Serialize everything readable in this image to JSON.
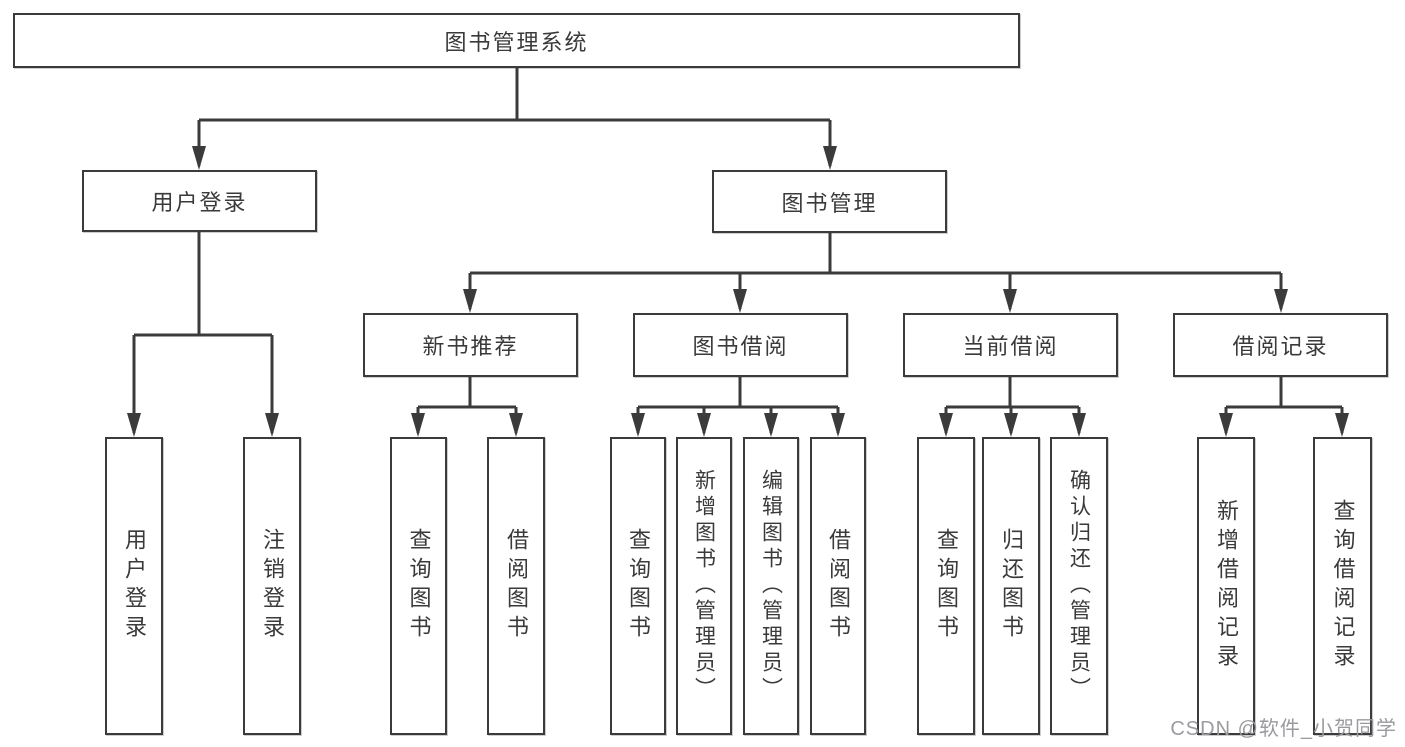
{
  "tree": {
    "root": {
      "label": "图书管理系统"
    },
    "level2": [
      {
        "label": "用户登录",
        "children": [
          {
            "label": "用户登录"
          },
          {
            "label": "注销登录"
          }
        ]
      },
      {
        "label": "图书管理"
      }
    ],
    "level3": [
      {
        "label": "新书推荐",
        "children": [
          {
            "label": "查询图书"
          },
          {
            "label": "借阅图书"
          }
        ]
      },
      {
        "label": "图书借阅",
        "children": [
          {
            "label": "查询图书"
          },
          {
            "label": "新增图书（管理员）"
          },
          {
            "label": "编辑图书（管理员）"
          },
          {
            "label": "借阅图书"
          }
        ]
      },
      {
        "label": "当前借阅",
        "children": [
          {
            "label": "查询图书"
          },
          {
            "label": "归还图书"
          },
          {
            "label": "确认归还（管理员）"
          }
        ]
      },
      {
        "label": "借阅记录",
        "children": [
          {
            "label": "新增借阅记录"
          },
          {
            "label": "查询借阅记录"
          }
        ]
      }
    ]
  },
  "watermark": {
    "text": "CSDN @软件_小贺同学"
  },
  "colors": {
    "line": "#3b3b3b",
    "text": "#3a3a3a",
    "watermark": "#9a9a9f",
    "background": "#ffffff"
  }
}
